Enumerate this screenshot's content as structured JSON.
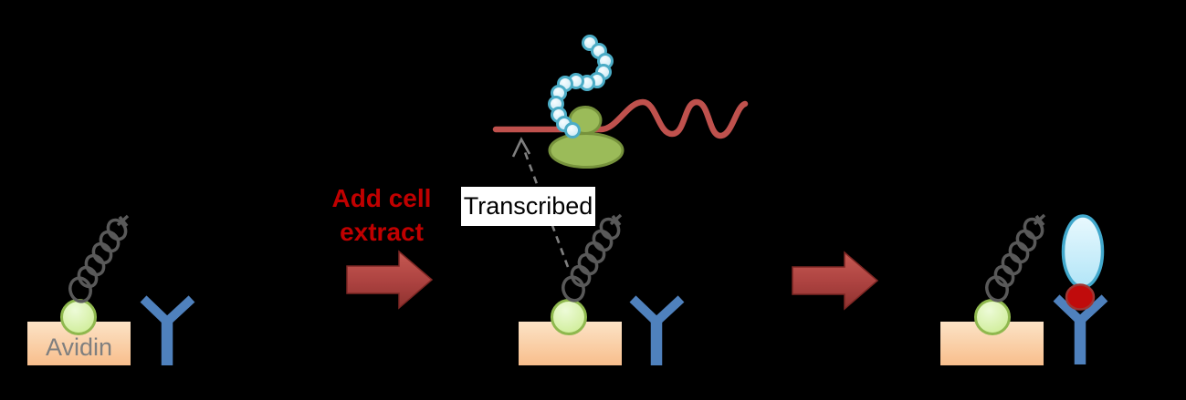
{
  "diagram": {
    "type": "scientific-schematic",
    "description": "Bead-based in vitro transcription assay: avidin-immobilized DNA template, cell extract added, transcription by polymerase, product detected by antibody",
    "labels": {
      "avidin": "Avidin",
      "add_cell_extract": [
        "Add cell",
        "extract"
      ],
      "transcribed": "Transcribed"
    },
    "panels": [
      {
        "name": "immobilized-template",
        "support_label": "Avidin",
        "elements": [
          "avidin-support",
          "bead",
          "dna-coil",
          "antibody"
        ]
      },
      {
        "name": "transcription",
        "support_label": "",
        "elements": [
          "avidin-support",
          "bead",
          "dna-coil",
          "antibody",
          "polymerase",
          "rna-transcript",
          "nascent-bead-chain",
          "transcribed-callout"
        ]
      },
      {
        "name": "detection",
        "support_label": "",
        "elements": [
          "avidin-support",
          "bead",
          "dna-coil",
          "antibody",
          "epitope-dot",
          "detector-protein"
        ]
      }
    ]
  },
  "colors": {
    "background": "#000000",
    "avidin_text": "#7F7F7F",
    "add_extract_text": "#C00000",
    "transcribed_text": "#000000",
    "label_box_bg": "#FFFFFF",
    "support_top": "#FCE3C6",
    "support_bottom": "#F8BE8C",
    "bead_fill_light": "#EDFBD8",
    "bead_fill_dark": "#CDEC93",
    "bead_border": "#8FB84E",
    "coil_gray": "#595959",
    "antibody_blue": "#4F81BD",
    "arrow_top": "#C65952",
    "arrow_mid": "#AC4240",
    "arrow_bottom": "#8E322F",
    "arrow_border": "#7E2724",
    "rna_red": "#BF514D",
    "polymerase_fill": "#9BBB59",
    "polymerase_border": "#76923C",
    "rna_bead_fill": "#F8FDFF",
    "rna_bead_edge": "#C2E7F4",
    "rna_bead_border": "#4BACC6",
    "dashed_gray": "#7F7F7F",
    "oval_top": "#E9F9FE",
    "oval_bottom": "#B2E5F7",
    "oval_border": "#41A8CC",
    "epitope_fill": "#C00B0B",
    "epitope_border": "#9E3532"
  }
}
